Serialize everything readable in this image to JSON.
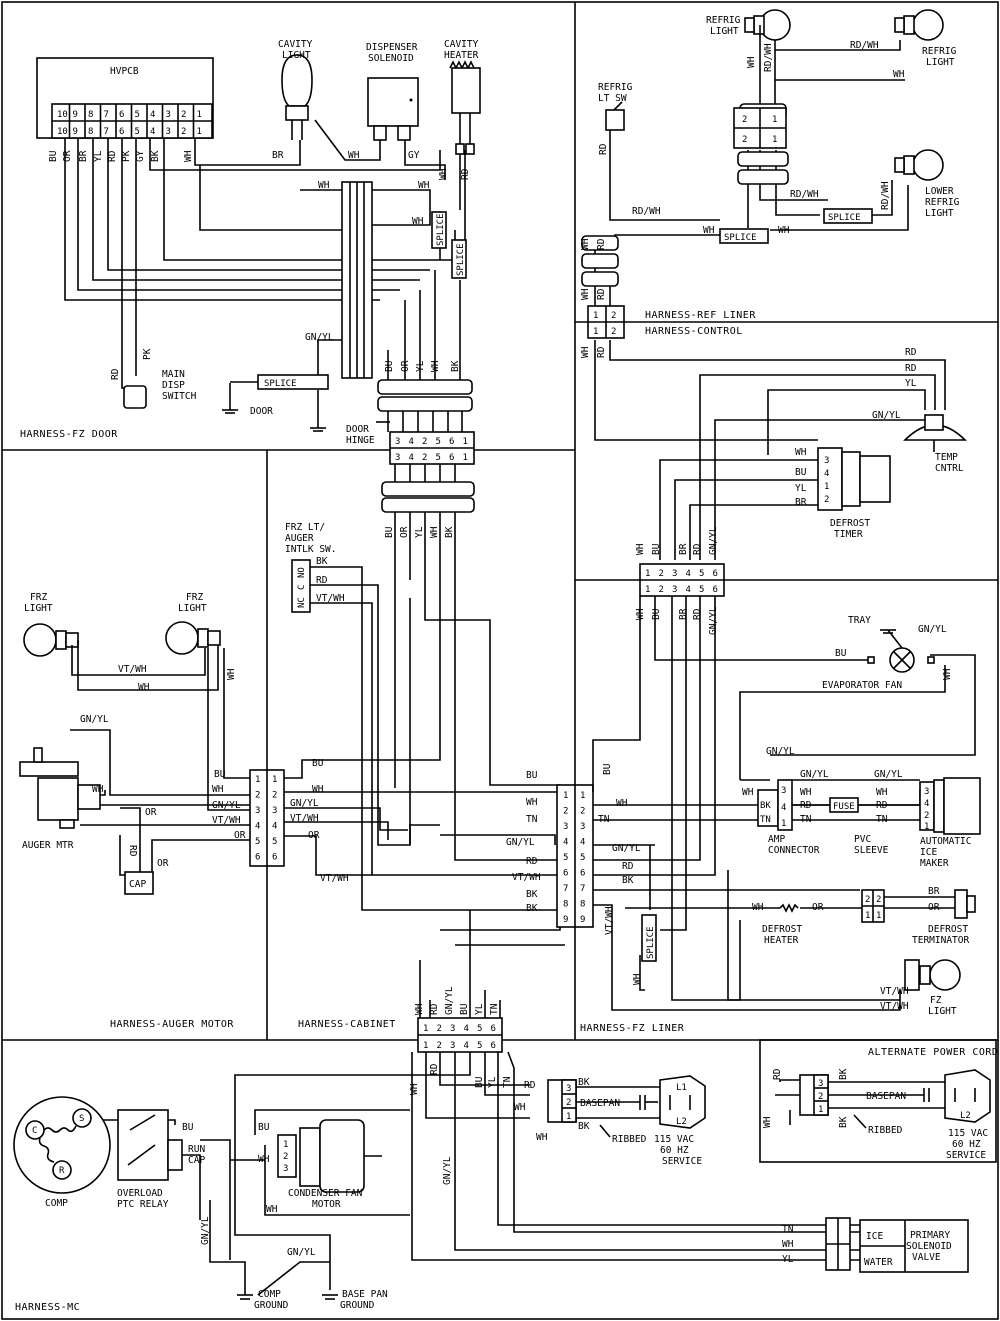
{
  "sections": {
    "fz_door": "HARNESS-FZ DOOR",
    "ref_liner": "HARNESS-REF LINER",
    "control": "HARNESS-CONTROL",
    "auger_motor": "HARNESS-AUGER MOTOR",
    "cabinet": "HARNESS-CABINET",
    "fz_liner": "HARNESS-FZ LINER",
    "mc": "HARNESS-MC",
    "alt_power": "ALTERNATE POWER CORD"
  },
  "components": {
    "hvpcb": "HVPCB",
    "cavity_light": [
      "CAVITY",
      "LIGHT"
    ],
    "dispenser_solenoid": [
      "DISPENSER",
      "SOLENOID"
    ],
    "cavity_heater": [
      "CAVITY",
      "HEATER"
    ],
    "main_disp_switch": [
      "MAIN",
      "DISP",
      "SWITCH"
    ],
    "door": "DOOR",
    "door_hinge": [
      "DOOR",
      "HINGE"
    ],
    "splice": "SPLICE",
    "refrig_light_top": [
      "REFRIG",
      "LIGHT"
    ],
    "refrig_light_right": [
      "REFRIG",
      "LIGHT"
    ],
    "refrig_lt_sw": [
      "REFRIG",
      "LT SW"
    ],
    "lower_refrig_light": [
      "LOWER",
      "REFRIG",
      "LIGHT"
    ],
    "temp_cntrl": [
      "TEMP",
      "CNTRL"
    ],
    "defrost_timer": [
      "DEFROST",
      "TIMER"
    ],
    "frz_lt_auger_intlk": [
      "FRZ LT/",
      "AUGER",
      "INTLK SW."
    ],
    "frz_light_left": [
      "FRZ",
      "LIGHT"
    ],
    "frz_light_right": [
      "FRZ",
      "LIGHT"
    ],
    "auger_mtr": "AUGER MTR",
    "cap": "CAP",
    "tray": "TRAY",
    "evaporator_fan": "EVAPORATOR FAN",
    "amp_connector": [
      "AMP",
      "CONNECTOR"
    ],
    "pvc_sleeve": [
      "PVC",
      "SLEEVE"
    ],
    "fuse": "FUSE",
    "automatic_ice_maker": [
      "AUTOMATIC",
      "ICE",
      "MAKER"
    ],
    "defrost_heater": [
      "DEFROST",
      "HEATER"
    ],
    "defrost_terminator": [
      "DEFROST",
      "TERMINATOR"
    ],
    "fz_light": [
      "FZ",
      "LIGHT"
    ],
    "comp": "COMP",
    "overload_ptc": [
      "OVERLOAD",
      "PTC RELAY"
    ],
    "run_cap": [
      "RUN",
      "CAP"
    ],
    "condenser_fan": [
      "CONDENSER FAN",
      "MOTOR"
    ],
    "comp_ground": [
      "COMP",
      "GROUND"
    ],
    "base_pan_ground": [
      "BASE PAN",
      "GROUND"
    ],
    "basepan": "BASEPAN",
    "ribbed": "RIBBED",
    "service": [
      "115 VAC",
      "60 HZ",
      "SERVICE"
    ],
    "ice": "ICE",
    "water": "WATER",
    "primary_solenoid": [
      "PRIMARY",
      "SOLENOID",
      "VALVE"
    ]
  },
  "pins": {
    "hvpcb": [
      "10",
      "9",
      "8",
      "7",
      "6",
      "5",
      "4",
      "3",
      "2",
      "1"
    ],
    "hinge": [
      "3",
      "4",
      "2",
      "5",
      "6",
      "1"
    ],
    "conn6": [
      "1",
      "2",
      "3",
      "4",
      "5",
      "6"
    ],
    "conn9": [
      "1",
      "2",
      "3",
      "4",
      "5",
      "6",
      "7",
      "8",
      "9"
    ],
    "ref_top": [
      "2",
      "1"
    ],
    "ref_liner": [
      "1",
      "2"
    ],
    "timer": [
      "3",
      "4",
      "1",
      "2"
    ],
    "icemaker": [
      "3",
      "4",
      "2",
      "1"
    ],
    "amp": [
      "3",
      "4",
      "1"
    ],
    "defrost_term": [
      "2",
      "1"
    ],
    "relay": [
      "1",
      "2",
      "3"
    ],
    "power": [
      "3",
      "2",
      "1"
    ],
    "plug": [
      "L1",
      "L2"
    ],
    "switch": [
      "NC",
      "C",
      "NO"
    ],
    "comp_terms": [
      "C",
      "S",
      "R"
    ]
  },
  "wires": {
    "hvpcb": [
      "BU",
      "OR",
      "BR",
      "YL",
      "RD",
      "PK",
      "GY",
      "BK",
      "WH"
    ],
    "BR": "BR",
    "WH": "WH",
    "GY": "GY",
    "RD": "RD",
    "PK": "PK",
    "BU": "BU",
    "OR": "OR",
    "YL": "YL",
    "BK": "BK",
    "TN": "TN",
    "GNYL": "GN/YL",
    "RDWH": "RD/WH",
    "VTWH": "VT/WH"
  }
}
